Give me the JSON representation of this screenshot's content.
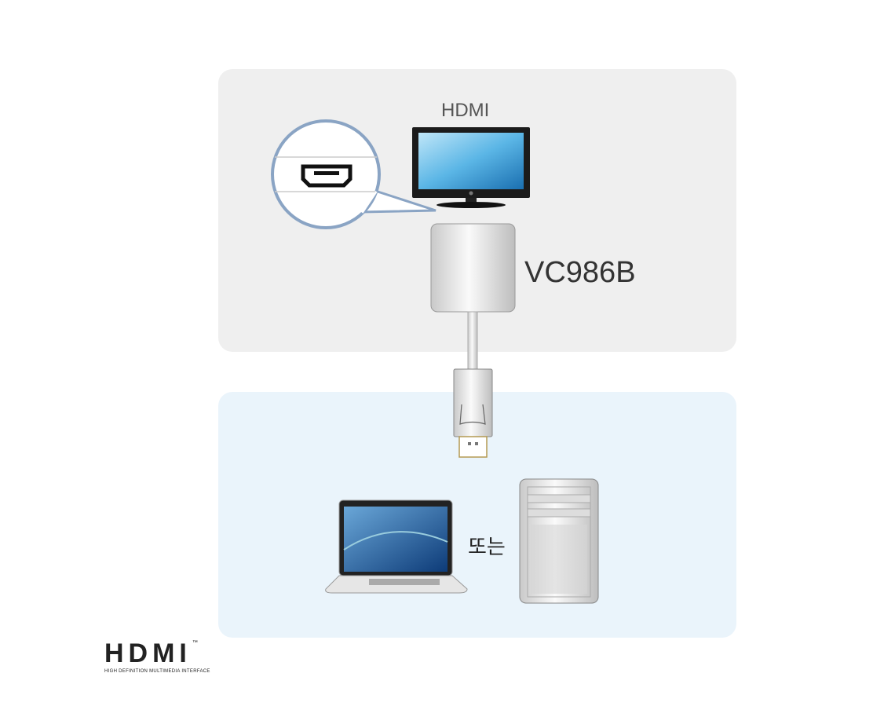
{
  "labels": {
    "display_type": "HDMI",
    "model": "VC986B",
    "or_text": "또는"
  },
  "logo": {
    "main": "HDMI",
    "tm": "™",
    "tagline": "HIGH DEFINITION MULTIMEDIA INTERFACE"
  },
  "colors": {
    "top_panel": "#efefef",
    "bottom_panel": "#eaf4fb",
    "magnifier_ring": "#8aa4c4"
  }
}
